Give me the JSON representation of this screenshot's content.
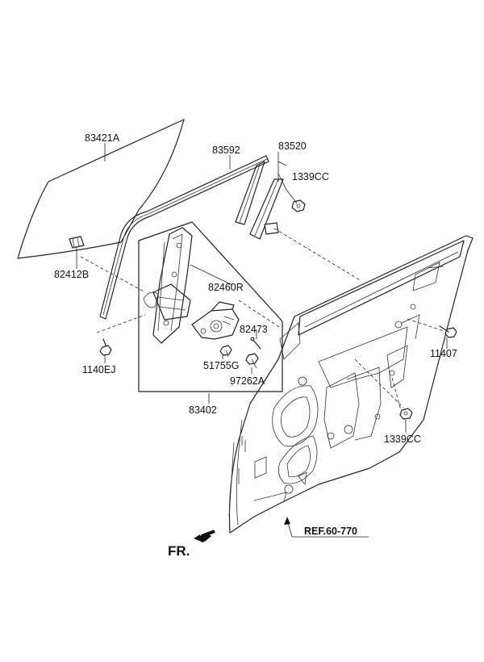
{
  "labels": {
    "p83421A": "83421A",
    "p83592": "83592",
    "p83520": "83520",
    "p1339CC_top": "1339CC",
    "p82412B": "82412B",
    "p82460R": "82460R",
    "p82473": "82473",
    "p11407": "11407",
    "p1140EJ": "1140EJ",
    "p51755G": "51755G",
    "p97262A": "97262A",
    "p83402": "83402",
    "p1339CC_bottom": "1339CC",
    "ref": "REF.60-770",
    "fr": "FR."
  }
}
